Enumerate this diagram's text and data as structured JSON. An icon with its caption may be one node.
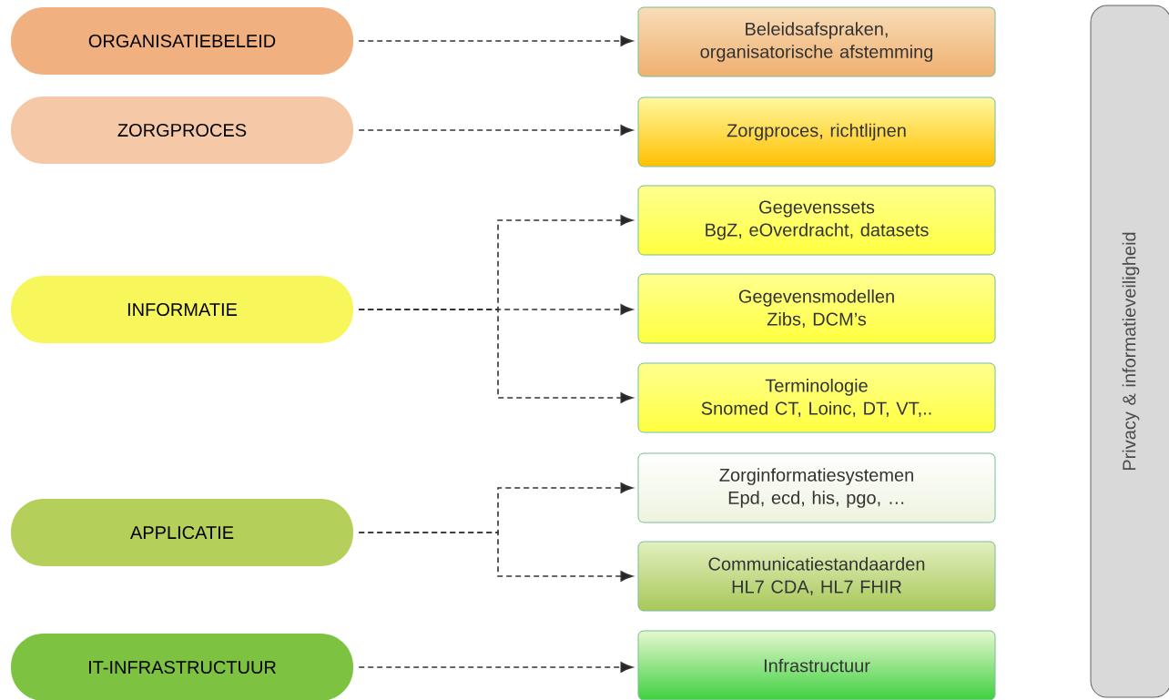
{
  "diagram": {
    "nodes": [
      {
        "text": [
          "ORGANISATIEBELEID"
        ]
      },
      {
        "text": [
          "ZORGPROCES"
        ]
      },
      {
        "text": [
          "INFORMATIE"
        ]
      },
      {
        "text": [
          "APPLICATIE"
        ]
      },
      {
        "text": [
          "IT-INFRASTRUCTUUR"
        ]
      },
      {
        "text": [
          "Beleidsafspraken, organisatorische afstemming"
        ]
      },
      {
        "text": [
          "Zorgproces, richtlijnen"
        ]
      },
      {
        "text": [
          "Gegevenssets",
          "BgZ, eOverdracht, datasets"
        ]
      },
      {
        "text": [
          "Gegevensmodellen",
          "Zibs, DCM’s"
        ]
      },
      {
        "text": [
          "Terminologie",
          "Snomed CT, Loinc, DT, VT,.."
        ]
      },
      {
        "text": [
          "Zorginformatiesystemen",
          "Epd, ecd, his, pgo, …"
        ]
      },
      {
        "text": [
          "Communicatiestandaarden",
          "HL7 CDA, HL7 FHIR"
        ]
      },
      {
        "text": [
          "Infrastructuur"
        ]
      },
      {
        "text": [
          "Privacy & informatieveiligheid"
        ]
      }
    ],
    "edges": [
      {
        "from": 0,
        "to": 5,
        "arrow": "to",
        "style": "dashed"
      },
      {
        "from": 1,
        "to": 6,
        "arrow": "to",
        "style": "dashed"
      },
      {
        "from": 2,
        "to": 7,
        "arrow": "to",
        "style": "dashed"
      },
      {
        "from": 2,
        "to": 8,
        "arrow": "to",
        "style": "dashed"
      },
      {
        "from": 2,
        "to": 9,
        "arrow": "to",
        "style": "dashed"
      },
      {
        "from": 3,
        "to": 10,
        "arrow": "to",
        "style": "dashed"
      },
      {
        "from": 3,
        "to": 11,
        "arrow": "to",
        "style": "dashed"
      },
      {
        "from": 4,
        "to": 12,
        "arrow": "to",
        "style": "dashed"
      }
    ]
  }
}
